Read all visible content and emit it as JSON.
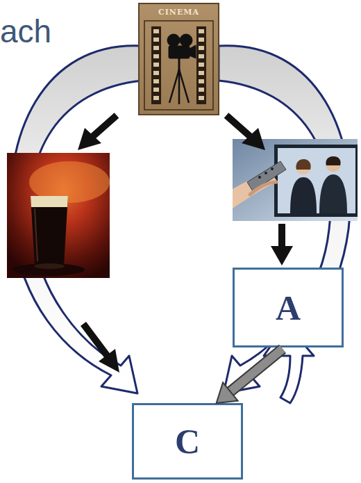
{
  "diagram": {
    "title": "ach",
    "nodes": [
      {
        "text": [
          "A"
        ]
      },
      {
        "text": [
          "C"
        ]
      }
    ],
    "edges": [
      {
        "from": 0,
        "to": 1,
        "arrow": "to"
      }
    ],
    "labels": [
      "CINEMA"
    ]
  }
}
